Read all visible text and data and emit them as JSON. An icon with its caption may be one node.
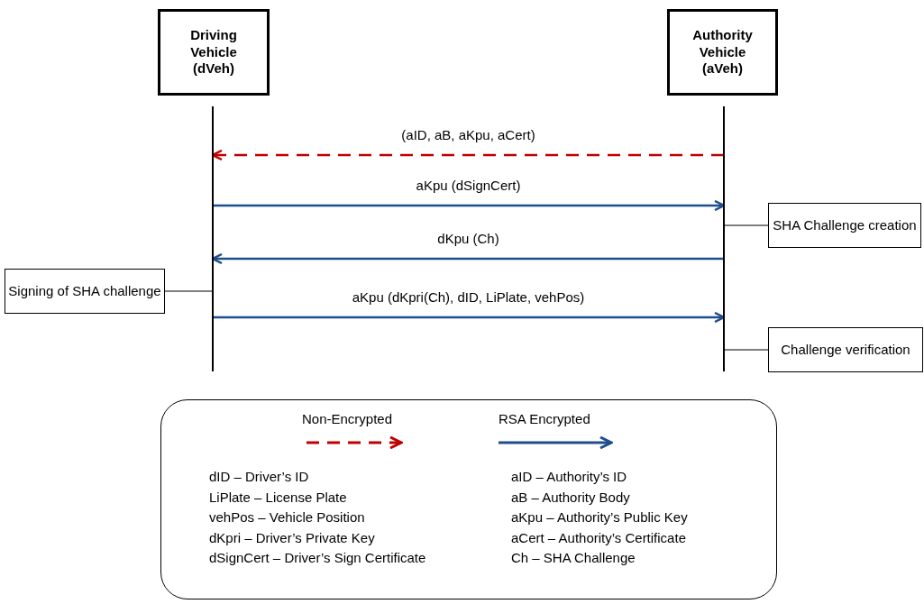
{
  "diagram": {
    "nodes": [
      {
        "text": [
          "Driving Vehicle (dVeh)"
        ]
      },
      {
        "text": [
          "Authority Vehicle (aVeh)"
        ]
      },
      {
        "text": [
          "SHA Challenge creation"
        ]
      },
      {
        "text": [
          "Signing of SHA challenge"
        ]
      },
      {
        "text": [
          "Challenge verification"
        ]
      }
    ],
    "edges": [
      {
        "from": 1,
        "to": 0,
        "arrow": "to",
        "label": "(aID, aB, aKpu, aCert)",
        "style": "dashed",
        "color": "#c00000"
      },
      {
        "from": 0,
        "to": 1,
        "arrow": "to",
        "label": "aKpu (dSignCert)"
      },
      {
        "from": 1,
        "to": 0,
        "arrow": "to",
        "label": "dKpu (Ch)"
      },
      {
        "from": 0,
        "to": 1,
        "arrow": "to",
        "label": "aKpu (dKpri(Ch), dID, LiPlate, vehPos)"
      },
      {
        "from": 2,
        "to": 1,
        "arrow": "none",
        "color": "#000000"
      },
      {
        "from": 3,
        "to": 0,
        "arrow": "none",
        "color": "#000000"
      },
      {
        "from": 4,
        "to": 1,
        "arrow": "none",
        "color": "#000000"
      }
    ],
    "labels": [
      "dID – Driver’s ID",
      "LiPlate – License Plate",
      "vehPos – Vehicle Position",
      "dKpri – Driver’s Private Key",
      "dSignCert – Driver’s Sign Certificate",
      "aID – Authority’s ID",
      "aB – Authority Body",
      "aKpu – Authority’s Public Key",
      "aCert – Authority’s Certificate",
      "Ch – SHA Challenge"
    ],
    "legend": [
      {
        "text": "Non-Encrypted"
      },
      {
        "text": "RSA Encrypted"
      }
    ]
  }
}
